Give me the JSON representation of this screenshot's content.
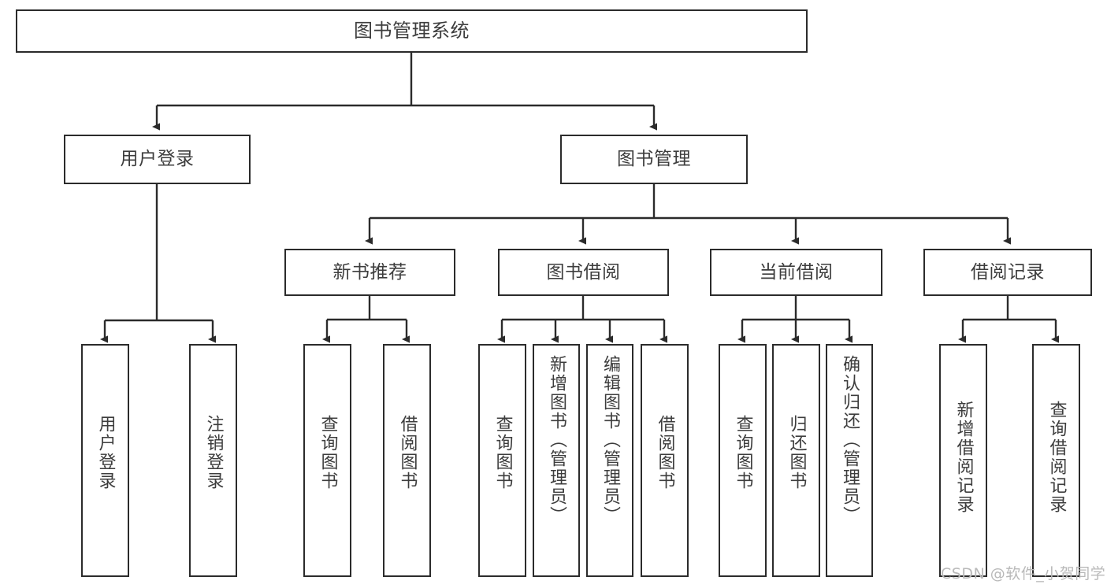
{
  "diagram": {
    "type": "tree",
    "title": "图书管理系统",
    "watermark": "CSDN @软件_小贺同学",
    "colors": {
      "box_border": "#2b2b2b",
      "box_fill": "#ffffff",
      "text": "#3d3d3d",
      "edge": "#2b2b2b",
      "watermark": "#b9b9b9",
      "background": "#ffffff"
    },
    "levels": [
      {
        "level": 1,
        "nodes": [
          {
            "id": "root",
            "label": "图书管理系统"
          }
        ]
      },
      {
        "level": 2,
        "nodes": [
          {
            "id": "login",
            "label": "用户登录",
            "parent": "root"
          },
          {
            "id": "bookmgmt",
            "label": "图书管理",
            "parent": "root"
          }
        ]
      },
      {
        "level": 3,
        "nodes": [
          {
            "id": "newbook",
            "label": "新书推荐",
            "parent": "bookmgmt"
          },
          {
            "id": "borrow",
            "label": "图书借阅",
            "parent": "bookmgmt"
          },
          {
            "id": "current",
            "label": "当前借阅",
            "parent": "bookmgmt"
          },
          {
            "id": "record",
            "label": "借阅记录",
            "parent": "bookmgmt"
          }
        ]
      },
      {
        "level": 4,
        "nodes": [
          {
            "id": "l1",
            "label": "用户登录",
            "parent": "login"
          },
          {
            "id": "l2",
            "label": "注销登录",
            "parent": "login"
          },
          {
            "id": "l3",
            "label": "查询图书",
            "parent": "newbook"
          },
          {
            "id": "l4",
            "label": "借阅图书",
            "parent": "newbook"
          },
          {
            "id": "l5",
            "label": "查询图书",
            "parent": "borrow"
          },
          {
            "id": "l6",
            "label": "新增图书（管理员）",
            "parent": "borrow"
          },
          {
            "id": "l7",
            "label": "编辑图书（管理员）",
            "parent": "borrow"
          },
          {
            "id": "l8",
            "label": "借阅图书",
            "parent": "borrow"
          },
          {
            "id": "l9",
            "label": "查询图书",
            "parent": "current"
          },
          {
            "id": "l10",
            "label": "归还图书",
            "parent": "current"
          },
          {
            "id": "l11",
            "label": "确认归还（管理员）",
            "parent": "current"
          },
          {
            "id": "l12",
            "label": "新增借阅记录",
            "parent": "record"
          },
          {
            "id": "l13",
            "label": "查询借阅记录",
            "parent": "record"
          }
        ]
      }
    ]
  }
}
